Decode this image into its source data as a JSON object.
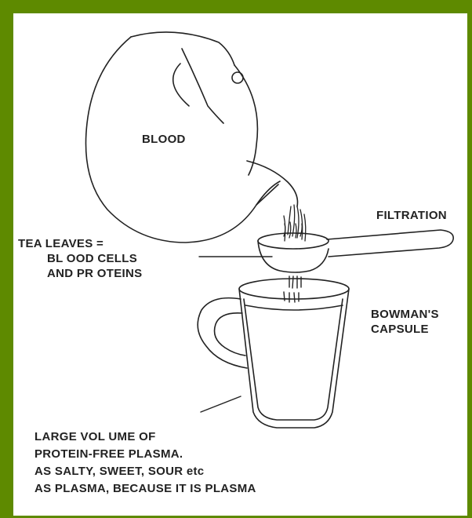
{
  "labels": {
    "blood": "BLOOD",
    "filtration": "FILTRATION",
    "tea_leaves_line1": "TEA LEAVES =",
    "tea_leaves_line2": "BL OOD CELLS",
    "tea_leaves_line3": "AND PR OTEINS",
    "bowmans_line1": "BOWMAN'S",
    "bowmans_line2": "CAPSULE",
    "plasma_line1": "LARGE VOL UME OF",
    "plasma_line2": "PROTEIN-FREE PLASMA.",
    "plasma_line3": "AS SALTY, SWEET, SOUR etc",
    "plasma_line4": "AS PLASMA, BECAUSE IT IS PLASMA"
  },
  "colors": {
    "border": "#5e8a00",
    "line": "#222222",
    "background": "#ffffff"
  }
}
